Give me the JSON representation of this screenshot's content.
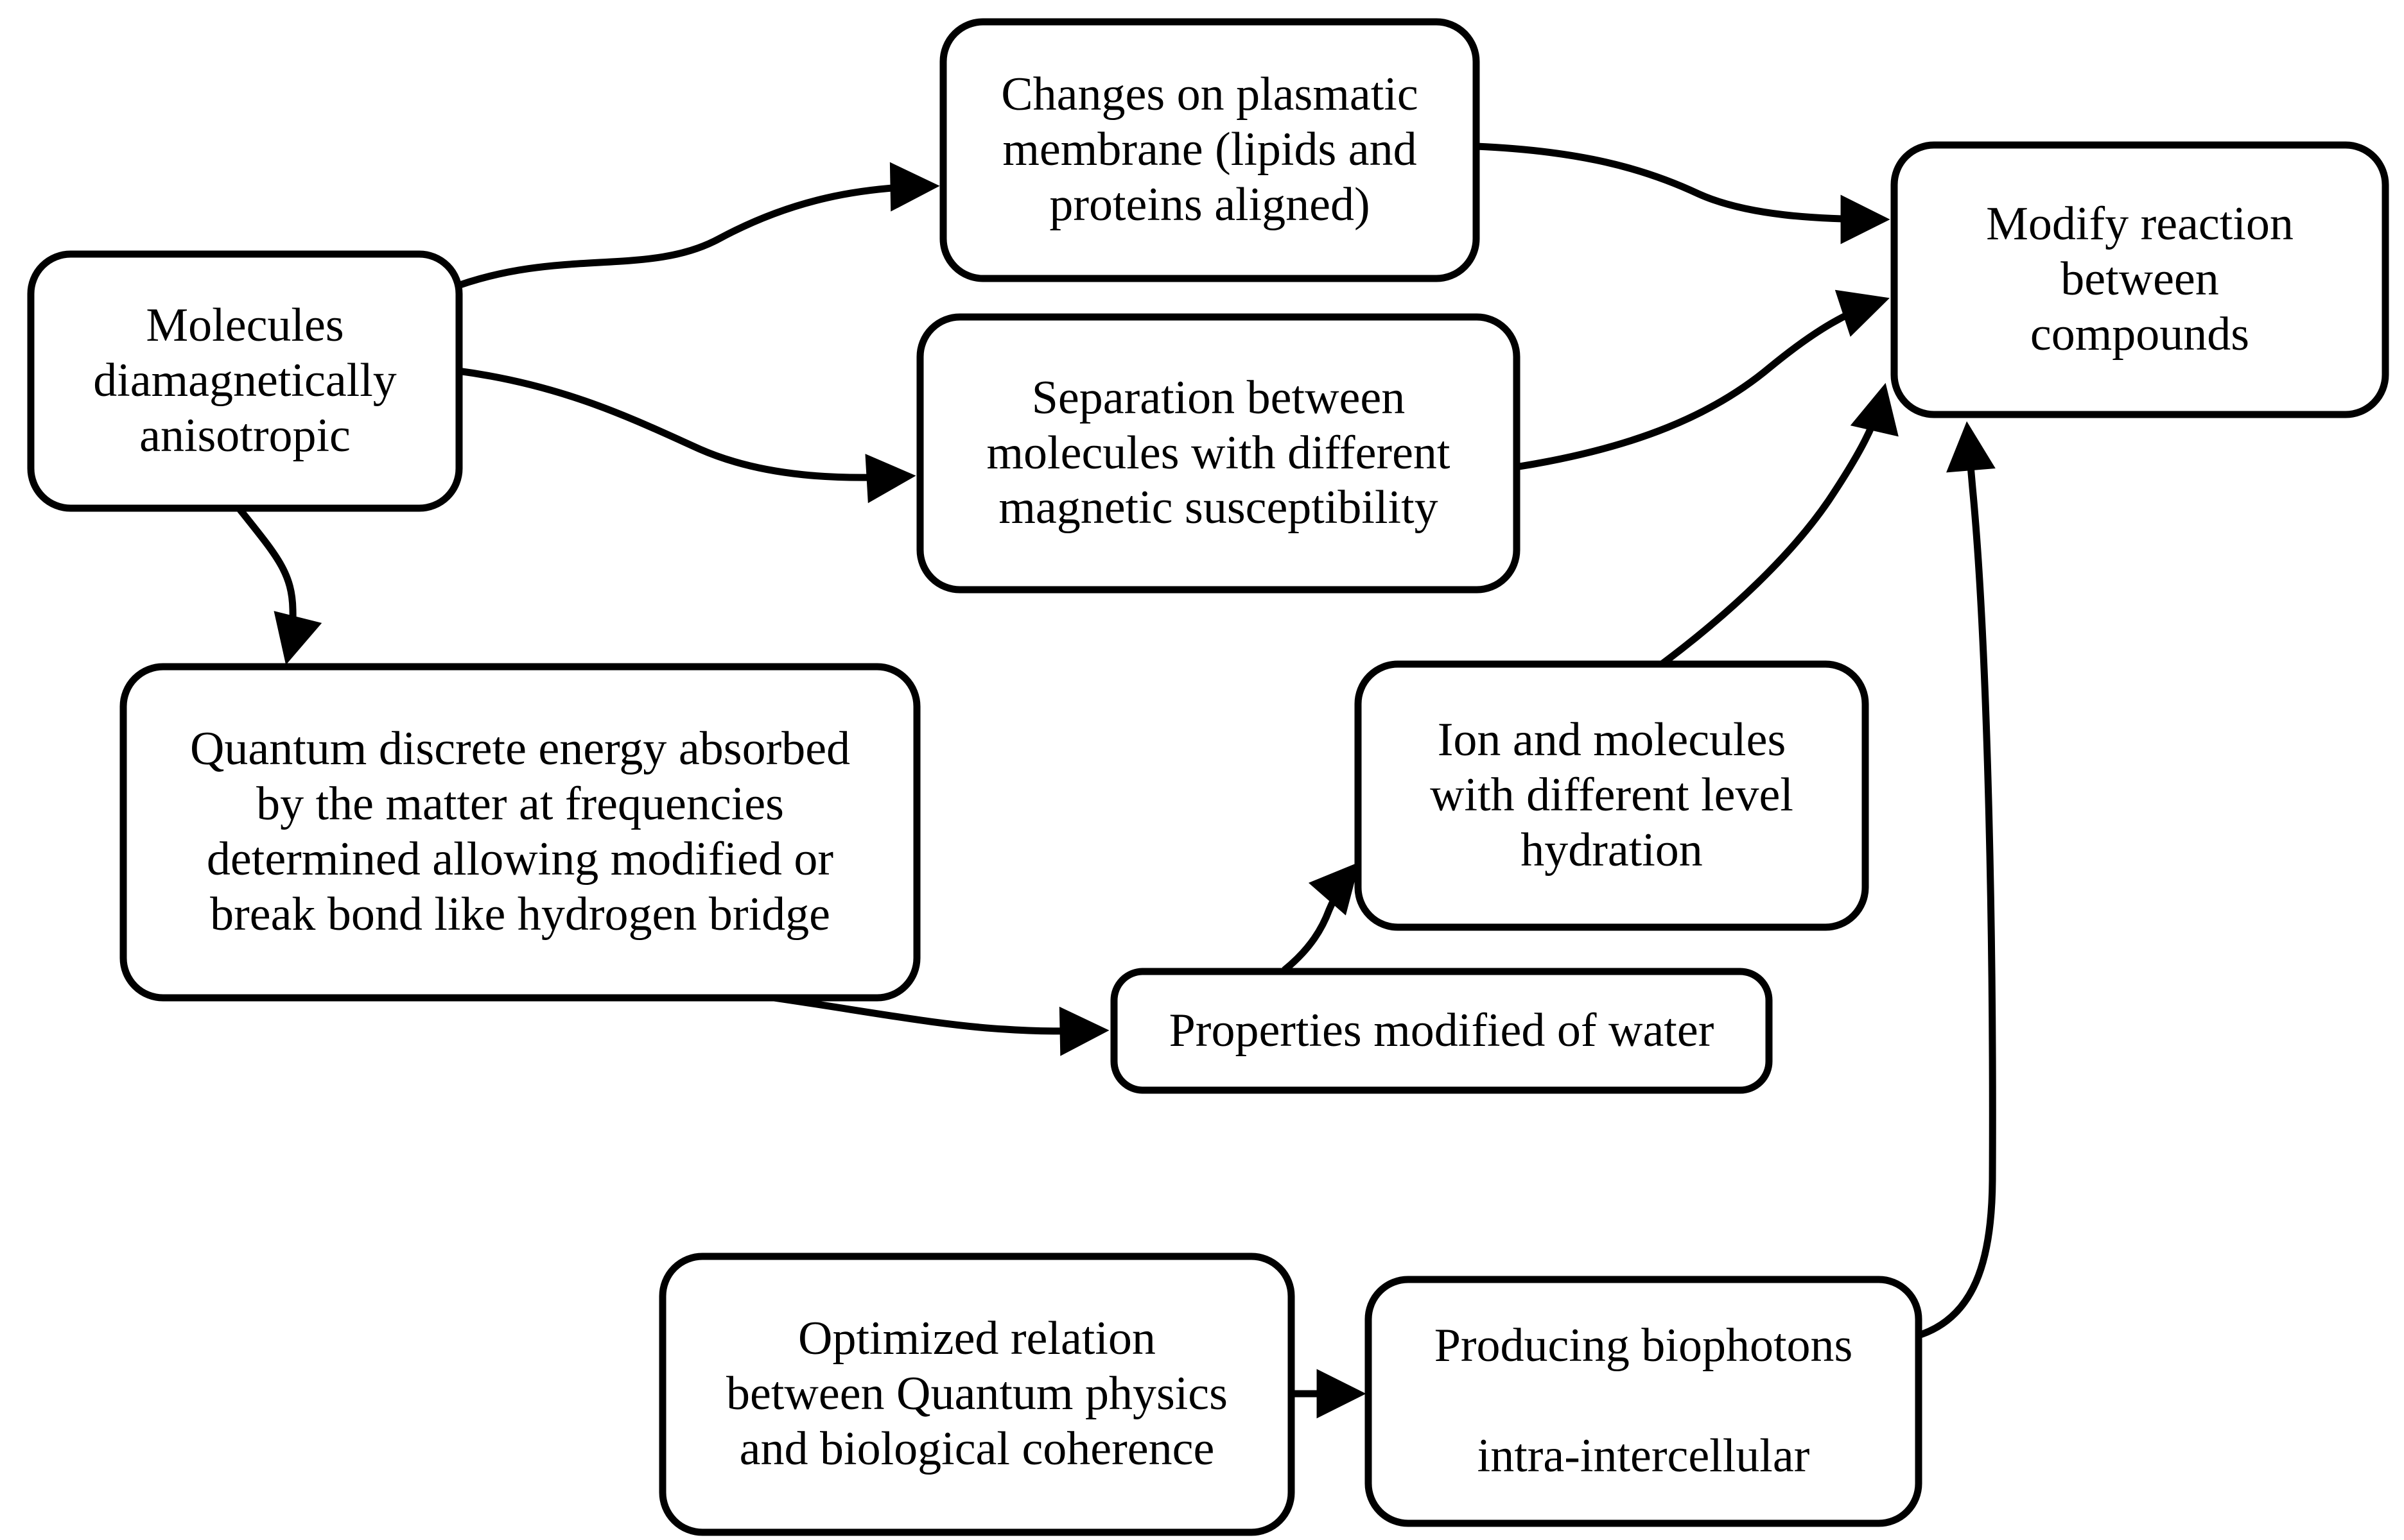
{
  "canvas": {
    "background_color": "#ffffff",
    "stroke_color": "#000000"
  },
  "nodes": [
    {
      "id": "molecules",
      "label": "Molecules\ndiamagnetically\nanisotropic"
    },
    {
      "id": "changes-membrane",
      "label": "Changes on plasmatic\nmembrane (lipids and\nproteins aligned)"
    },
    {
      "id": "separation",
      "label": "Separation between\nmolecules with different\nmagnetic susceptibility"
    },
    {
      "id": "modify-reaction",
      "label": "Modify reaction\nbetween\ncompounds"
    },
    {
      "id": "quantum-energy",
      "label": "Quantum discrete energy absorbed\nby the matter at frequencies\ndetermined allowing modified or\nbreak bond like hydrogen bridge"
    },
    {
      "id": "ion-hydration",
      "label": "Ion and molecules\nwith different level\nhydration"
    },
    {
      "id": "water-properties",
      "label": "Properties modified of water"
    },
    {
      "id": "optimized-relation",
      "label": "Optimized relation\nbetween Quantum physics\nand biological coherence"
    },
    {
      "id": "biophotons",
      "label": "Producing biophotons\n\nintra-intercellular"
    }
  ],
  "edges": [
    {
      "from": "molecules",
      "to": "changes-membrane"
    },
    {
      "from": "molecules",
      "to": "separation"
    },
    {
      "from": "molecules",
      "to": "quantum-energy"
    },
    {
      "from": "changes-membrane",
      "to": "modify-reaction"
    },
    {
      "from": "separation",
      "to": "modify-reaction"
    },
    {
      "from": "ion-hydration",
      "to": "modify-reaction"
    },
    {
      "from": "quantum-energy",
      "to": "water-properties"
    },
    {
      "from": "water-properties",
      "to": "ion-hydration"
    },
    {
      "from": "optimized-relation",
      "to": "biophotons"
    },
    {
      "from": "biophotons",
      "to": "modify-reaction"
    }
  ]
}
